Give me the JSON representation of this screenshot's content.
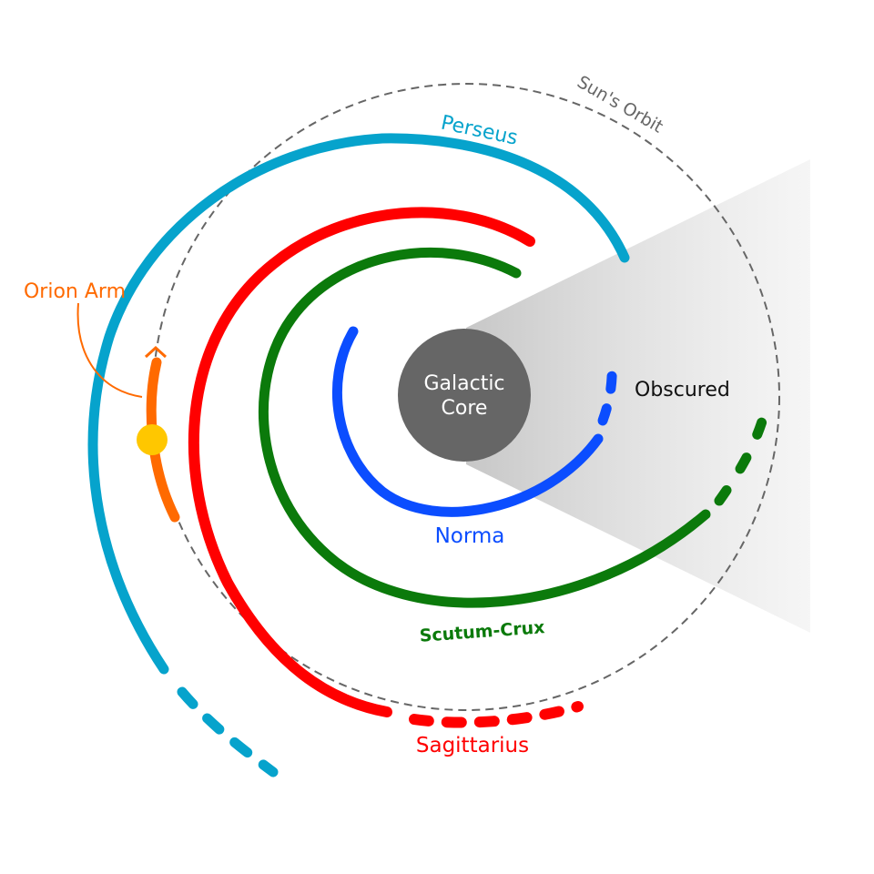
{
  "title": "",
  "core": {
    "line1": "Galactic",
    "line2": "Core",
    "color": "#666666"
  },
  "obscured": {
    "label": "Obscured"
  },
  "sun_orbit": {
    "label": "Sun's Orbit"
  },
  "arms": {
    "perseus": {
      "label": "Perseus",
      "color": "#06a3cc"
    },
    "sagittarius": {
      "label": "Sagittarius",
      "color": "#ff0000"
    },
    "scutum_crux": {
      "label": "Scutum-Crux",
      "color": "#0b7a0b"
    },
    "norma": {
      "label": "Norma",
      "color": "#0b4dff"
    },
    "orion": {
      "label": "Orion Arm",
      "color": "#ff6a00"
    }
  },
  "sun": {
    "color": "#ffc700"
  }
}
